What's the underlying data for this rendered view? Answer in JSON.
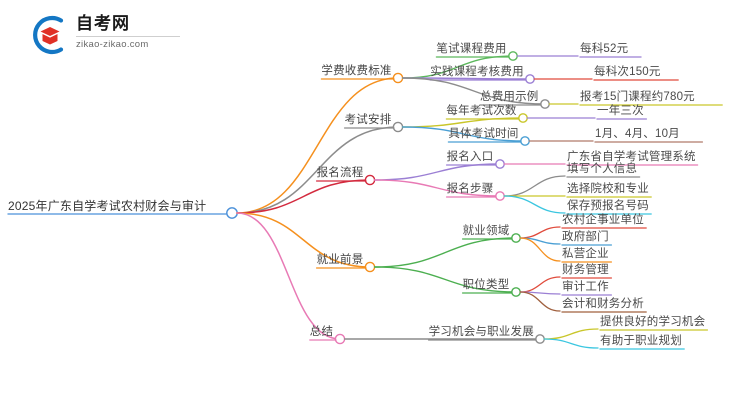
{
  "logo": {
    "title": "自考网",
    "subtitle": "zikao-zikao.com",
    "mark_blue": "#1477c4",
    "mark_red": "#e03127"
  },
  "mindmap": {
    "root": {
      "label": "2025年广东自学考试农村财会与审计",
      "color": "#4a90d9"
    },
    "branches": [
      {
        "label": "学费收费标准",
        "color": "#f5901e",
        "children": [
          {
            "label": "笔试课程费用",
            "color": "#5cb85c",
            "children": [
              {
                "label": "每科52元",
                "color": "#9b7fd4"
              }
            ]
          },
          {
            "label": "实践课程考核费用",
            "color": "#9b7fd4",
            "children": [
              {
                "label": "每科次150元",
                "color": "#e04b3c"
              }
            ]
          },
          {
            "label": "总费用示例",
            "color": "#8c8c8c",
            "children": [
              {
                "label": "报考15门课程约780元",
                "color": "#c9c62a"
              }
            ]
          }
        ]
      },
      {
        "label": "考试安排",
        "color": "#8c8c8c",
        "children": [
          {
            "label": "每年考试次数",
            "color": "#c9c62a",
            "children": [
              {
                "label": "一年三次",
                "color": "#9b7fd4"
              }
            ]
          },
          {
            "label": "具体考试时间",
            "color": "#4a9fd4",
            "children": [
              {
                "label": "1月、4月、10月",
                "color": "#b07a6a"
              }
            ]
          }
        ]
      },
      {
        "label": "报名流程",
        "color": "#d32a3e",
        "children": [
          {
            "label": "报名入口",
            "color": "#9b7fd4",
            "children": [
              {
                "label": "广东省自学考试管理系统",
                "color": "#e87ab5"
              }
            ]
          },
          {
            "label": "报名步骤",
            "color": "#e87ab5",
            "children": [
              {
                "label": "填写个人信息",
                "color": "#8c8c8c"
              },
              {
                "label": "选择院校和专业",
                "color": "#c9c62a"
              },
              {
                "label": "保存预报名号码",
                "color": "#3bc6e0"
              }
            ]
          }
        ]
      },
      {
        "label": "就业前景",
        "color": "#f5901e",
        "children": [
          {
            "label": "就业领域",
            "color": "#4caf50",
            "children": [
              {
                "label": "农村企事业单位",
                "color": "#e04b3c"
              },
              {
                "label": "政府部门",
                "color": "#4a9fd4"
              },
              {
                "label": "私营企业",
                "color": "#f5901e"
              }
            ]
          },
          {
            "label": "职位类型",
            "color": "#4caf50",
            "children": [
              {
                "label": "财务管理",
                "color": "#e04b3c"
              },
              {
                "label": "审计工作",
                "color": "#9b7fd4"
              },
              {
                "label": "会计和财务分析",
                "color": "#a0603e"
              }
            ]
          }
        ]
      },
      {
        "label": "总结",
        "color": "#e87ab5",
        "children": [
          {
            "label": "学习机会与职业发展",
            "color": "#8c8c8c",
            "children": [
              {
                "label": "提供良好的学习机会",
                "color": "#c9c62a"
              },
              {
                "label": "有助于职业规划",
                "color": "#3bc6e0"
              }
            ]
          }
        ]
      }
    ]
  }
}
